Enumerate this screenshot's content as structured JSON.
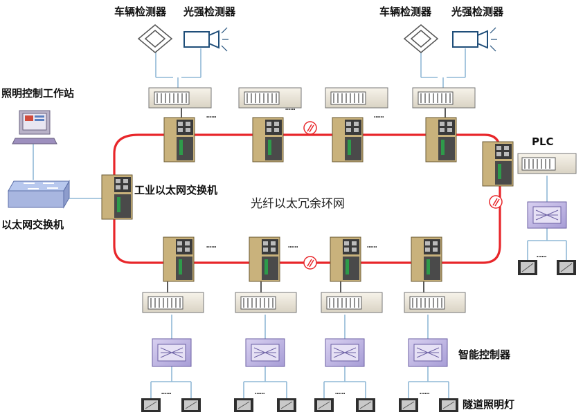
{
  "labels": {
    "vehicle_detector": "车辆检测器",
    "light_detector": "光强检测器",
    "lighting_workstation": "照明控制工作站",
    "ethernet_switch": "以太网交换机",
    "industrial_switch": "工业以太网交换机",
    "fiber_ring": "光纤以太冗余环网",
    "plc": "PLC",
    "smart_controller": "智能控制器",
    "tunnel_lighting": "隧道照明灯"
  },
  "ellipsis": "……",
  "colors": {
    "ring": "#e8262a",
    "link": "#8fb8d6",
    "node_body": "#c9b27c",
    "module": "#3a3a3a"
  }
}
